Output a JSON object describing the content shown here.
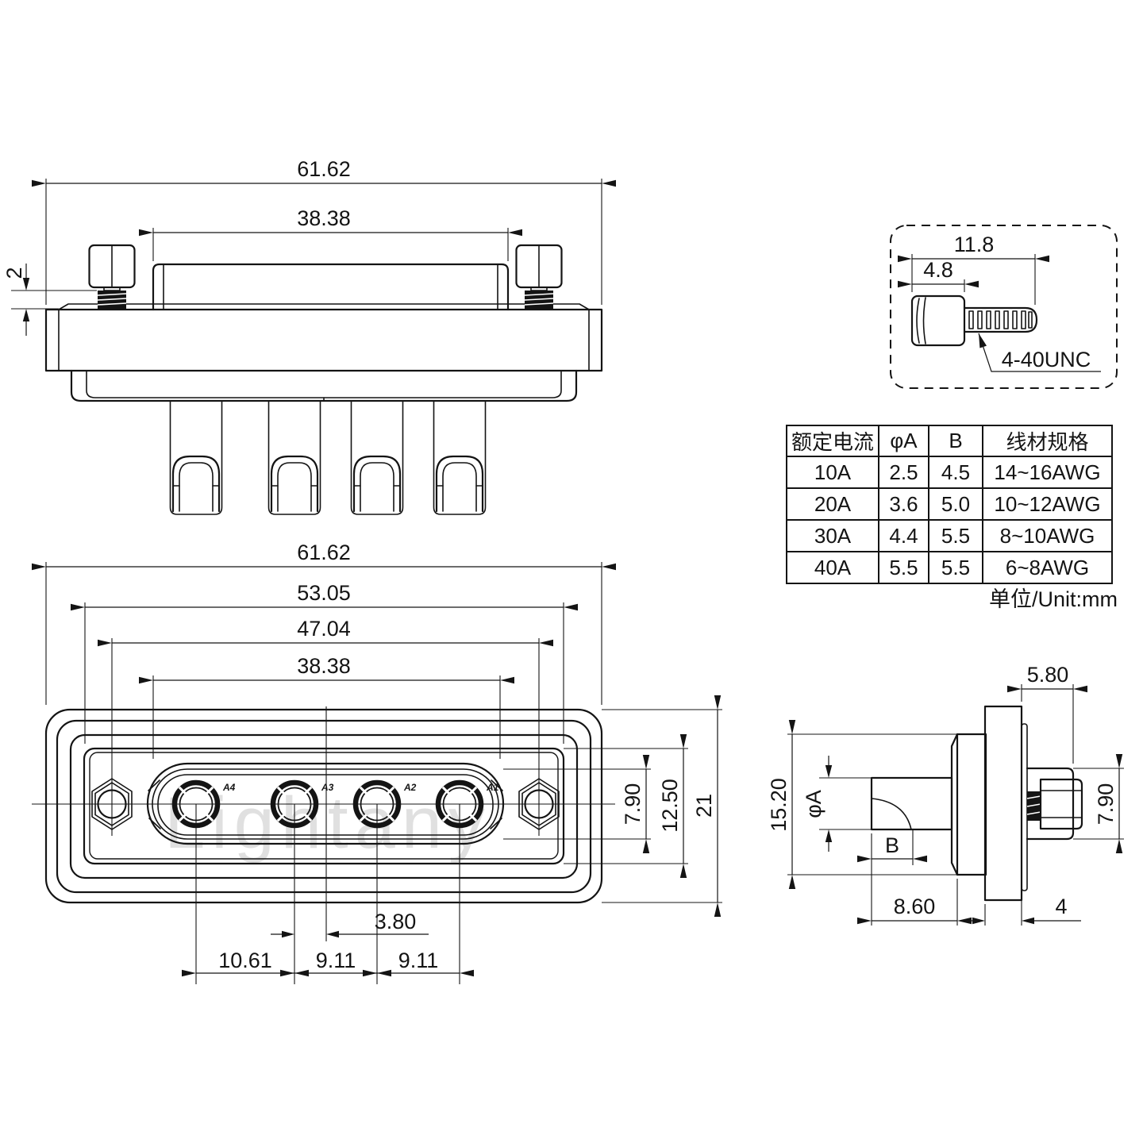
{
  "meta": {
    "background": "#ffffff",
    "line_color": "#141414",
    "watermark_color": "#e0e0e0"
  },
  "watermark": "Lightany",
  "unit_note": "单位/Unit:mm",
  "top_view": {
    "dims": {
      "overall_width": "61.62",
      "shroud_width": "38.38",
      "standoff_height": "2"
    }
  },
  "screw_detail": {
    "dims": {
      "total_length": "11.8",
      "head_length": "4.8"
    },
    "thread_spec": "4-40UNC"
  },
  "spec_table": {
    "headers": [
      "额定电流",
      "φA",
      "B",
      "线材规格"
    ],
    "rows": [
      [
        "10A",
        "2.5",
        "4.5",
        "14~16AWG"
      ],
      [
        "20A",
        "3.6",
        "5.0",
        "10~12AWG"
      ],
      [
        "30A",
        "4.4",
        "5.5",
        "8~10AWG"
      ],
      [
        "40A",
        "5.5",
        "5.5",
        "6~8AWG"
      ]
    ]
  },
  "front_view": {
    "dims": {
      "overall_width": "61.62",
      "shell_width": "53.05",
      "mount_span": "47.04",
      "insert_width": "38.38",
      "center_offset": "3.80",
      "pitch_a4_a3": "10.61",
      "pitch_a3_a2": "9.11",
      "pitch_a2_a1": "9.11",
      "insert_height": "7.90",
      "groove_height": "12.50",
      "overall_height": "21"
    },
    "contacts": [
      "A4",
      "A3",
      "A2",
      "A1"
    ]
  },
  "side_view": {
    "dims": {
      "rear_depth": "5.80",
      "shroud_height": "15.20",
      "pin_diameter": "φA",
      "cup_depth": "B",
      "rear_height": "7.90",
      "pin_protrusion": "8.60",
      "flange_thickness": "4"
    }
  }
}
